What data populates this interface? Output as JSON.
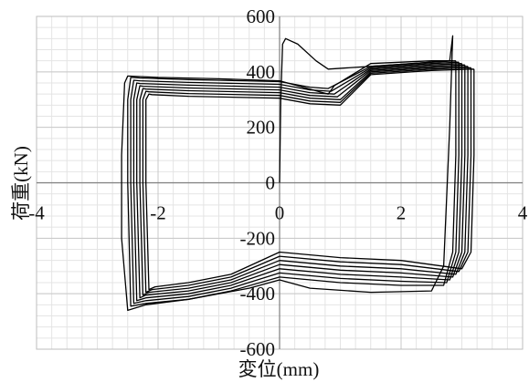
{
  "chart_data": {
    "type": "line",
    "title": "",
    "xlabel": "変位(mm)",
    "ylabel": "荷重(kN)",
    "xlim": [
      -4,
      4
    ],
    "ylim": [
      -600,
      600
    ],
    "x_ticks": [
      -4,
      -2,
      0,
      2,
      4
    ],
    "x_tick_labels": [
      "-4",
      "-2",
      "0",
      "2",
      "4"
    ],
    "y_ticks": [
      -600,
      -400,
      -200,
      0,
      200,
      400,
      600
    ],
    "y_tick_labels": [
      "-600",
      "-400",
      "-200",
      "0",
      "200",
      "400",
      "600"
    ],
    "grid": true,
    "legend": "none",
    "line_color": "#000000",
    "series": [
      {
        "x": [
          0,
          0.02,
          0.05,
          0.1,
          0.3,
          0.6,
          0.8,
          1.5,
          2.2,
          2.8,
          2.85,
          2.8,
          2.7,
          2.5,
          1.5,
          0.5,
          0.0,
          -0.5,
          -1.5,
          -2.2,
          -2.5,
          -2.6,
          -2.6,
          -2.55,
          -2.5,
          -2.0,
          -1.0,
          0.0,
          0.8,
          0.9,
          1.5,
          2.5,
          2.85,
          2.8
        ],
        "y": [
          0,
          300,
          500,
          520,
          500,
          440,
          410,
          420,
          430,
          440,
          530,
          200,
          -300,
          -390,
          -395,
          -380,
          -350,
          -380,
          -420,
          -440,
          -460,
          -200,
          100,
          360,
          385,
          380,
          375,
          368,
          320,
          350,
          430,
          440,
          440,
          440
        ]
      },
      {
        "x": [
          2.9,
          2.9,
          2.85,
          2.7,
          2.0,
          1.0,
          0.0,
          -0.8,
          -1.5,
          -2.2,
          -2.45,
          -2.5,
          -2.5,
          -2.45,
          -2.3,
          -1.5,
          0.0,
          0.5,
          0.8,
          1.5,
          2.5,
          2.9
        ],
        "y": [
          440,
          100,
          -250,
          -370,
          -370,
          -360,
          -340,
          -390,
          -420,
          -435,
          -445,
          0,
          300,
          380,
          378,
          372,
          365,
          345,
          340,
          420,
          435,
          440
        ]
      },
      {
        "x": [
          2.95,
          2.95,
          2.9,
          2.75,
          2.0,
          1.0,
          0.0,
          -0.8,
          -1.5,
          -2.2,
          -2.4,
          -2.45,
          -2.45,
          -2.4,
          -2.3,
          -1.5,
          0.0,
          0.5,
          0.85,
          1.5,
          2.5,
          2.95
        ],
        "y": [
          435,
          100,
          -250,
          -360,
          -355,
          -345,
          -325,
          -380,
          -410,
          -425,
          -435,
          0,
          300,
          370,
          368,
          362,
          355,
          335,
          330,
          415,
          430,
          435
        ]
      },
      {
        "x": [
          3.0,
          3.0,
          2.95,
          2.8,
          2.0,
          1.0,
          0.0,
          -0.8,
          -1.5,
          -2.2,
          -2.35,
          -2.4,
          -2.4,
          -2.35,
          -2.3,
          -1.5,
          0.0,
          0.5,
          0.9,
          1.5,
          2.5,
          3.0
        ],
        "y": [
          430,
          100,
          -250,
          -350,
          -340,
          -330,
          -310,
          -370,
          -400,
          -415,
          -425,
          0,
          300,
          360,
          358,
          352,
          345,
          325,
          320,
          410,
          425,
          430
        ]
      },
      {
        "x": [
          3.05,
          3.05,
          3.0,
          2.85,
          2.0,
          1.0,
          0.0,
          -0.8,
          -1.5,
          -2.2,
          -2.3,
          -2.35,
          -2.35,
          -2.3,
          -2.25,
          -1.5,
          0.0,
          0.5,
          0.95,
          1.5,
          2.5,
          3.05
        ],
        "y": [
          425,
          100,
          -250,
          -340,
          -325,
          -315,
          -295,
          -360,
          -390,
          -405,
          -415,
          0,
          300,
          350,
          348,
          342,
          335,
          315,
          310,
          405,
          420,
          425
        ]
      },
      {
        "x": [
          3.1,
          3.1,
          3.05,
          2.9,
          2.0,
          1.0,
          0.0,
          -0.8,
          -1.5,
          -2.15,
          -2.25,
          -2.3,
          -2.3,
          -2.25,
          -2.2,
          -1.5,
          0.0,
          0.5,
          1.0,
          1.5,
          2.5,
          3.1
        ],
        "y": [
          420,
          100,
          -250,
          -330,
          -310,
          -300,
          -280,
          -350,
          -380,
          -395,
          -405,
          0,
          300,
          340,
          338,
          332,
          325,
          305,
          300,
          400,
          415,
          420
        ]
      },
      {
        "x": [
          3.15,
          3.15,
          3.1,
          2.95,
          2.0,
          1.0,
          0.0,
          -0.8,
          -1.5,
          -2.1,
          -2.2,
          -2.25,
          -2.25,
          -2.2,
          -2.15,
          -1.5,
          0.0,
          0.5,
          1.0,
          1.5,
          2.5,
          3.15
        ],
        "y": [
          415,
          100,
          -250,
          -320,
          -295,
          -285,
          -265,
          -340,
          -370,
          -385,
          -395,
          0,
          300,
          330,
          328,
          322,
          315,
          295,
          290,
          395,
          410,
          415
        ]
      },
      {
        "x": [
          3.2,
          3.2,
          3.15,
          3.0,
          2.0,
          1.0,
          0.0,
          -0.8,
          -1.5,
          -2.05,
          -2.15,
          -2.2,
          -2.2,
          -2.15,
          -2.1,
          -1.5,
          0.0,
          0.5,
          1.0,
          1.5,
          2.5,
          3.2
        ],
        "y": [
          410,
          100,
          -250,
          -310,
          -280,
          -270,
          -250,
          -330,
          -360,
          -375,
          -385,
          0,
          300,
          320,
          318,
          312,
          305,
          285,
          280,
          390,
          405,
          410
        ]
      }
    ]
  }
}
